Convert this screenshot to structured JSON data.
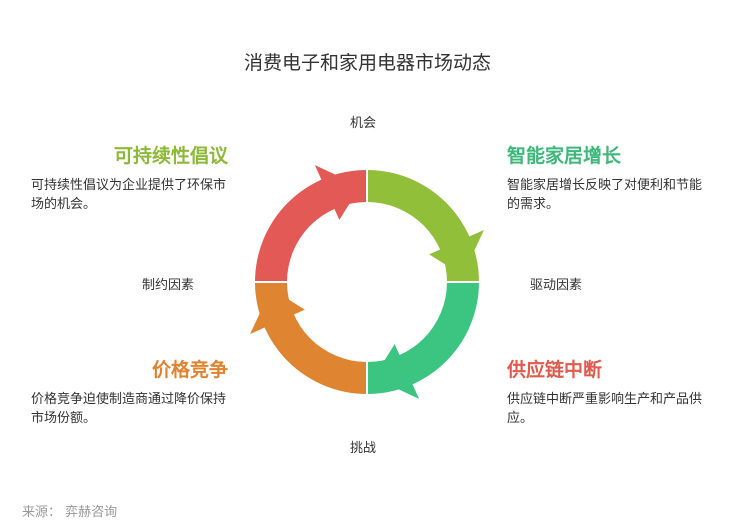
{
  "title": "消费电子和家用电器市场动态",
  "axes": {
    "top": "机会",
    "bottom": "挑战",
    "left": "制约因素",
    "right": "驱动因素"
  },
  "quadrants": {
    "top_left": {
      "heading": "可持续性倡议",
      "description": "可持续性倡议为企业提供了环保市场的机会。",
      "color": "#8db93b"
    },
    "top_right": {
      "heading": "智能家居增长",
      "description": "智能家居增长反映了对便利和节能的需求。",
      "color": "#3db87a"
    },
    "bottom_left": {
      "heading": "价格竞争",
      "description": "价格竞争迫使制造商通过降价保持市场份额。",
      "color": "#e0832f"
    },
    "bottom_right": {
      "heading": "供应链中断",
      "description": "供应链中断严重影响生产和产品供应。",
      "color": "#e05a4e"
    }
  },
  "arc_colors": {
    "top_right": "#91bf3a",
    "bottom_right": "#3cc580",
    "bottom_left": "#df8430",
    "top_left": "#e25956"
  },
  "source": "来源： 弈赫咨询"
}
